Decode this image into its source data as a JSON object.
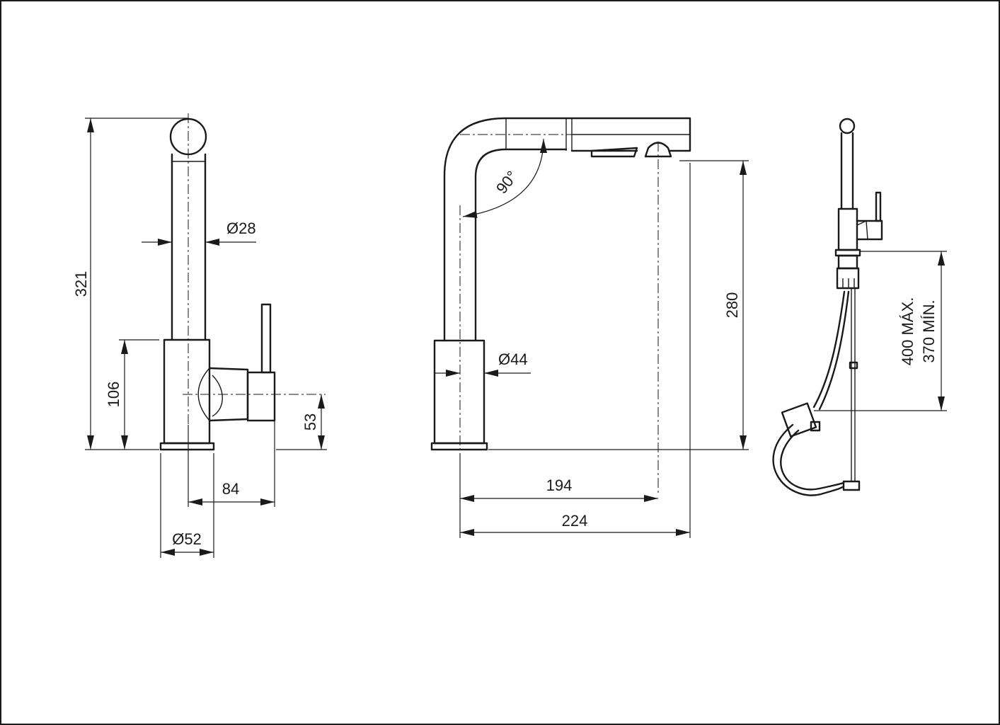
{
  "dimensions": {
    "height_total": "321",
    "height_body": "106",
    "spout_diameter": "Ø28",
    "lever_height": "53",
    "lever_reach": "84",
    "base_diameter": "Ø52",
    "angle": "90°",
    "spout_height": "280",
    "body_diameter": "Ø44",
    "spout_reach": "194",
    "total_reach": "224",
    "hose_max": "400 MÁX.",
    "hose_min": "370 MÍN."
  },
  "colors": {
    "line": "#1a1a1a",
    "background": "#ffffff"
  }
}
